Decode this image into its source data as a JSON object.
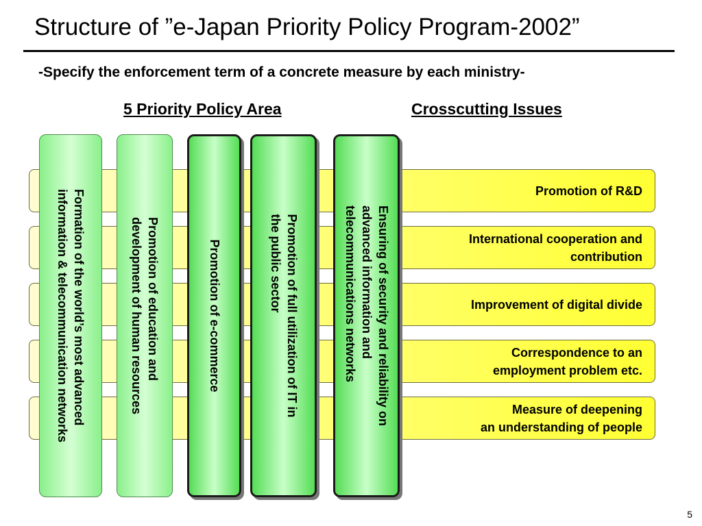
{
  "title": "Structure of ”e-Japan Priority Policy Program-2002”",
  "subtitle": "-Specify the enforcement term of a concrete measure by each ministry-",
  "headings": {
    "left": "5 Priority Policy Area",
    "right": "Crosscutting Issues"
  },
  "pillars": [
    {
      "lines": [
        "Formation of the world’s most advanced",
        "information & telecommunication networks"
      ]
    },
    {
      "lines": [
        "Promotion of education and",
        "development of human resources"
      ]
    },
    {
      "lines": [
        "Promotion of e-commerce"
      ]
    },
    {
      "lines": [
        "Promotion of full utilization of IT in",
        "the public sector"
      ]
    },
    {
      "lines": [
        "Ensuring of security and reliability on",
        "advanced  information and",
        "telecommunications networks"
      ]
    }
  ],
  "crosscutting": [
    {
      "lines": [
        "Promotion of R&D"
      ]
    },
    {
      "lines": [
        "International cooperation and",
        "contribution"
      ]
    },
    {
      "lines": [
        "Improvement of digital divide"
      ]
    },
    {
      "lines": [
        "Correspondence to an",
        "employment problem etc."
      ]
    },
    {
      "lines": [
        "Measure of deepening",
        "an understanding of people"
      ]
    }
  ],
  "colors": {
    "band_fill": "#ffff33",
    "pillar_fill": "#8af08a",
    "pillar_border_bold": "#1a1a1a"
  },
  "page_number": "5"
}
